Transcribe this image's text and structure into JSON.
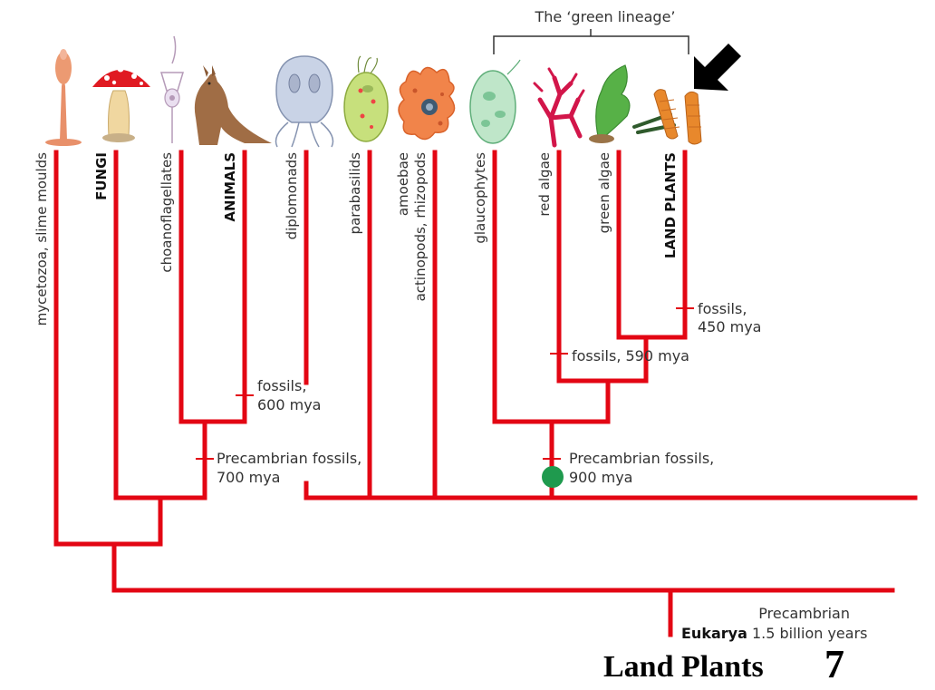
{
  "colors": {
    "branch": "#e30613",
    "node": "#1f9a4e",
    "text": "#333333",
    "arrow": "#000000"
  },
  "green_lineage_label": "The ‘green lineage’",
  "taxa": [
    {
      "id": "mycetozoa",
      "label": "mycetozoa, slime moulds",
      "bold": false
    },
    {
      "id": "fungi",
      "label": "FUNGI",
      "bold": true
    },
    {
      "id": "choanoflagellates",
      "label": "choanoflagellates",
      "bold": false
    },
    {
      "id": "animals",
      "label": "ANIMALS",
      "bold": true
    },
    {
      "id": "diplomonads",
      "label": "diplomonads",
      "bold": false
    },
    {
      "id": "parabasilids",
      "label": "parabasilids",
      "bold": false
    },
    {
      "id": "amoebae",
      "label_line1": "amoebae",
      "label_line2": "actinopods, rhizopods",
      "bold": false
    },
    {
      "id": "glaucophytes",
      "label": "glaucophytes",
      "bold": false
    },
    {
      "id": "red_algae",
      "label": "red algae",
      "bold": false
    },
    {
      "id": "green_algae",
      "label": "green algae",
      "bold": false
    },
    {
      "id": "land_plants",
      "label": "LAND PLANTS",
      "bold": true
    }
  ],
  "fossil_notes": {
    "land_plants": {
      "line1": "fossils,",
      "line2": "450 mya"
    },
    "red_green": {
      "line1": "fossils, 590 mya"
    },
    "animals": {
      "line1": "fossils,",
      "line2": "600 mya"
    },
    "opisthokont": {
      "line1": "Precambrian fossils,",
      "line2": "700 mya"
    },
    "green_lineage": {
      "line1": "Precambrian fossils,",
      "line2": "900 mya"
    }
  },
  "root": {
    "name": "Eukarya",
    "detail": "1.5 billion years",
    "era": "Precambrian"
  },
  "footer": {
    "title": "Land Plants",
    "page_number": "7"
  },
  "icons": [
    "slime-mould-icon",
    "mushroom-icon",
    "choanoflagellate-icon",
    "kangaroo-icon",
    "diplomonad-icon",
    "parabasalid-icon",
    "amoeba-icon",
    "glaucophyte-icon",
    "red-alga-icon",
    "green-alga-icon",
    "banksia-icon",
    "pointer-arrow-icon"
  ]
}
